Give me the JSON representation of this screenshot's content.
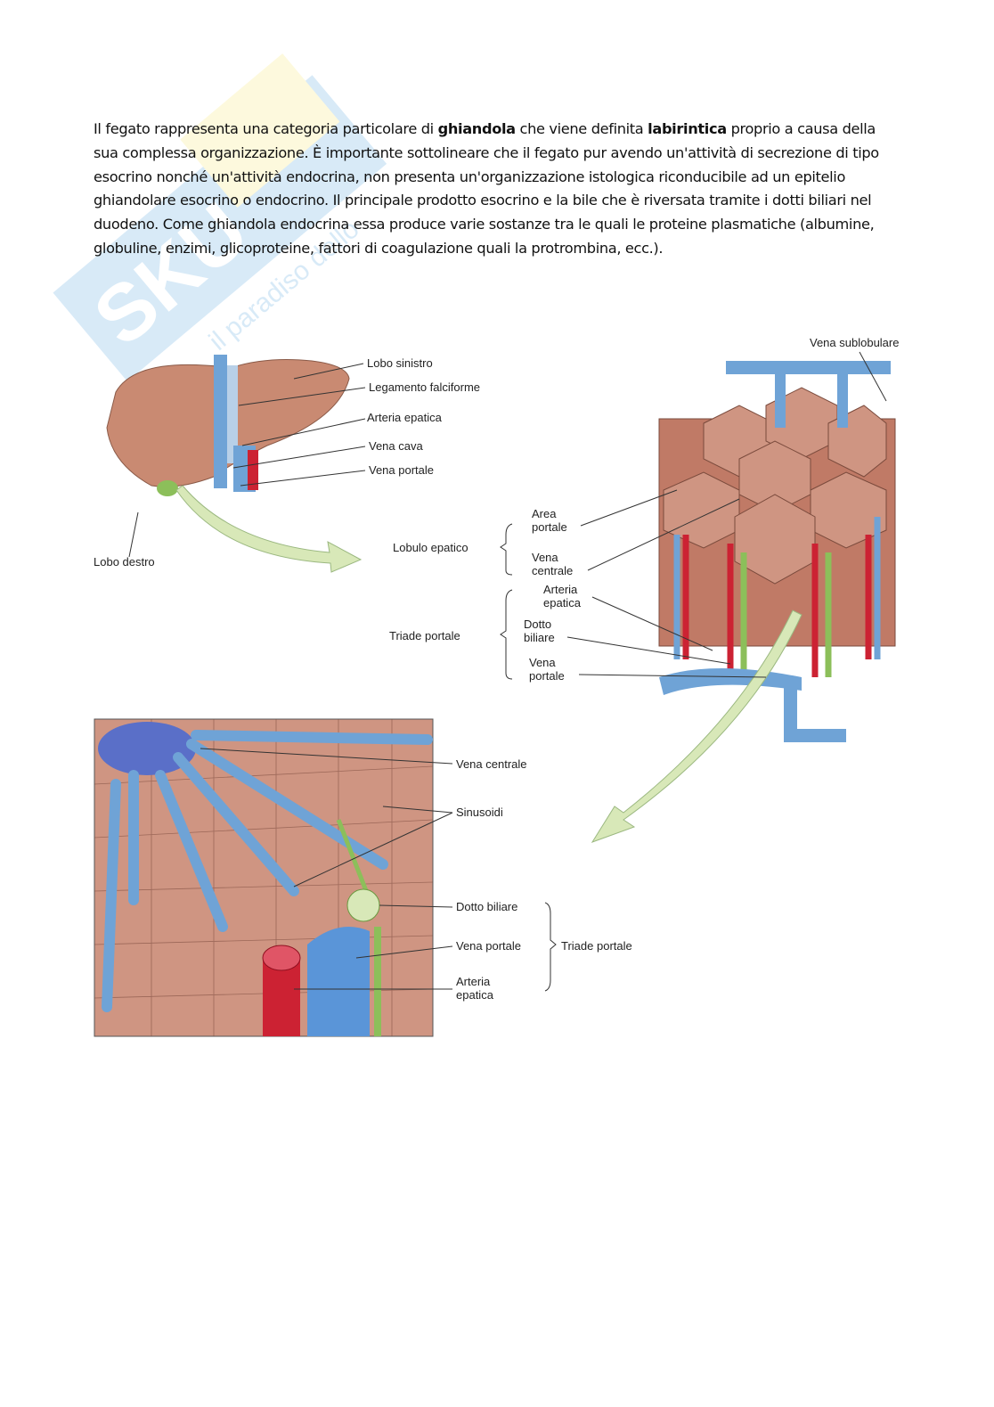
{
  "watermark": {
    "brand": "Skuola.net",
    "tagline": "il paradiso dello studente"
  },
  "paragraph": {
    "part1": "Il fegato rappresenta una categoria particolare di ",
    "bold1": "ghiandola",
    "part2": " che viene definita ",
    "bold2": "labirintica",
    "part3": " proprio a causa della sua complessa organizzazione.  È importante sottolineare che il fegato pur avendo un'attività di secrezione di tipo esocrino nonché un'attività endocrina, non presenta un'organizzazione istologica riconducibile ad un epitelio ghiandolare esocrino o endocrino. Il principale prodotto esocrino e la bile che è riversata tramite i dotti biliari nel duodeno.  Come ghiandola endocrina essa produce varie sostanze tra le quali le proteine plasmatiche (albumine, globuline, enzimi, glicoproteine, fattori di coagulazione quali la protrombina, ecc.)."
  },
  "figure": {
    "liver_labels": {
      "lobo_sinistro": "Lobo sinistro",
      "legamento": "Legamento falciforme",
      "arteria": "Arteria epatica",
      "vena_cava": "Vena cava",
      "vena_portale": "Vena portale",
      "lobo_destro": "Lobo destro"
    },
    "lobule_labels": {
      "vena_sublobulare": "Vena sublobulare",
      "lobulo_epatico": "Lobulo epatico",
      "area_portale": "Area portale",
      "vena_centrale": "Vena centrale",
      "triade_portale": "Triade portale",
      "arteria_epatica": "Arteria epatica",
      "dotto_biliare": "Dotto biliare",
      "vena_portale": "Vena portale"
    },
    "detail_labels": {
      "vena_centrale": "Vena centrale",
      "sinusoidi": "Sinusoidi",
      "dotto_biliare": "Dotto biliare",
      "vena_portale": "Vena portale",
      "arteria_epatica": "Arteria epatica",
      "triade_portale": "Triade portale"
    },
    "colors": {
      "liver": "#c98a72",
      "vein": "#6fa3d6",
      "artery": "#cc2233",
      "bile": "#8cbf5a",
      "arrow": "#d8e8b8"
    }
  }
}
